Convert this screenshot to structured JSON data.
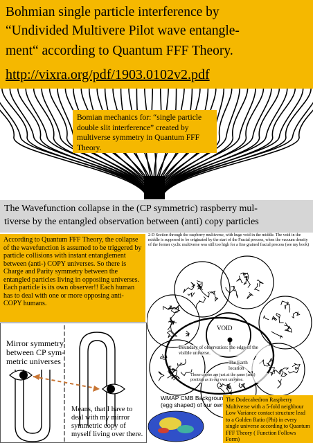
{
  "header": {
    "line1": "Bohmian single particle interference  by",
    "line2": "“Undivided Multivere Pilot wave entangle-",
    "line3": "ment“ according to Quantum FFF Theory.",
    "url": "http://vixra.org/pdf/1903.0102v2.pdf"
  },
  "bomian_box": {
    "text": "Bomian mechanics for: “single particle double slit interference” created  by multiverse symmetry in Quantum FFF Theory."
  },
  "collapse_banner": {
    "line1": "The Wavefunction collapse in the (CP symmetric) raspberry mul-",
    "line2": "tiverse by the entangled observation between (anti) copy particles"
  },
  "intro_box": {
    "text": "According to Quantum FFF Theory, the collapse of the wavefunction is assumed to be triggered by particle collisions with instant entanglement between (anti-) COPY universes. So there is  Charge and Parity symmetry between the entangled particles living in opposiing universes. Each particle is its own observer!! Each human has to deal with one or more opposing anti-COPY humans."
  },
  "mirror": {
    "title_line1": "Mirror symmetry",
    "title_line2": "between  CP sym-",
    "title_line3": "metric universes",
    "means_text": "Means, that I have to deal with my mirror symmetric copy of myself living over there."
  },
  "multiverse_diagram": {
    "section_note": "2-D Section through the raspberry multiverse, with huge void in the middle. The void in the middle is supposed to be originated by the start of the Fractal process, when the vacuum density of the former cyclic multiverse was still too high for a fine grained fractal process (see my book)",
    "void_label": "VOID",
    "boundary_label": "Boundary of observation: the edge of the visible universe.",
    "earth_label": "The Earth location",
    "copies_label": "Those copies are just at the same (anti) position as in our own universe.",
    "wmap_caption_line1": "WMAP CMB Background radiation bubble",
    "wmap_caption_line2": "(egg shaped) of our own universe."
  },
  "dodeca_box": {
    "text": "The Dodecahedron Raspberry Multiverse with a 5-fold neighbour Low Variance contact structure lead to a Golden Ratio (Phi) in every single universe according to Quantum FFF Theory ( Function Follows Form)"
  },
  "colors": {
    "accent_yellow": "#f5b800",
    "banner_gray": "#d6d6d6",
    "ink": "#000000",
    "eye_arrow": "#c87533",
    "cmb_blue": "#3050c8",
    "cmb_yellow": "#e8d040"
  }
}
